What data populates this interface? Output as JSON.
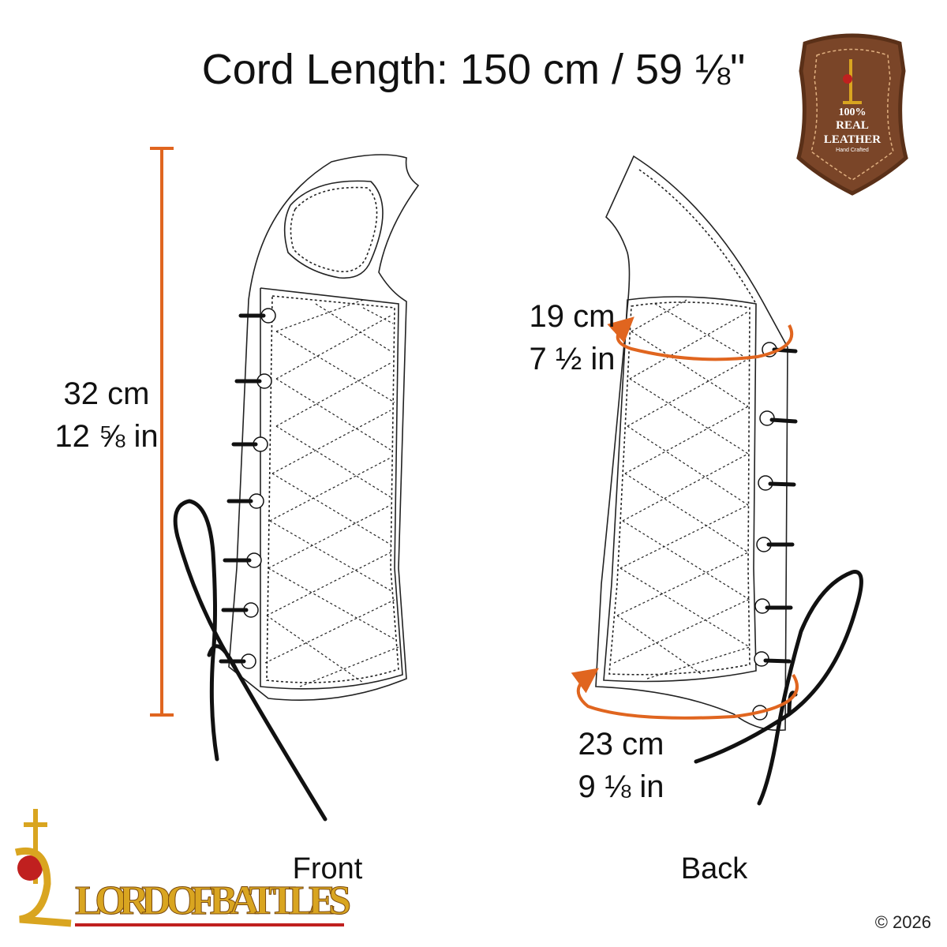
{
  "title": "Cord Length: 150 cm / 59 ⅛\"",
  "badge": {
    "line1": "100%",
    "line2": "REAL",
    "line3": "LEATHER",
    "line4": "Hand Crafted"
  },
  "length_dim": {
    "cm": "32 cm",
    "in": "12  ⅝ in"
  },
  "top_circ": {
    "cm": "19 cm",
    "in": "7  ½ in"
  },
  "bottom_circ": {
    "cm": "23 cm",
    "in": "9  ⅛ in"
  },
  "views": {
    "front": "Front",
    "back": "Back"
  },
  "logo": {
    "text": "LORD OF BATTLES"
  },
  "copyright": "© 2026",
  "colors": {
    "accent": "#e0651f",
    "leather": "#7a4528",
    "gold": "#d9a520"
  }
}
